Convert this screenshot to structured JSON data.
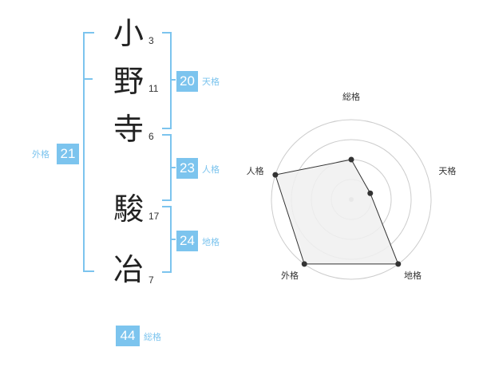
{
  "name": {
    "chars": [
      {
        "char": "小",
        "strokes": "3"
      },
      {
        "char": "野",
        "strokes": "11"
      },
      {
        "char": "寺",
        "strokes": "6"
      },
      {
        "char": "駿",
        "strokes": "17"
      },
      {
        "char": "冶",
        "strokes": "7"
      }
    ]
  },
  "kakusuu": {
    "tenkaku": {
      "value": "20",
      "label": "天格"
    },
    "jinkaku": {
      "value": "23",
      "label": "人格"
    },
    "chikaku": {
      "value": "24",
      "label": "地格"
    },
    "gaikaku": {
      "value": "21",
      "label": "外格"
    },
    "soukaku": {
      "value": "44",
      "label": "総格"
    }
  },
  "chart_data": {
    "type": "radar",
    "axes": [
      "総格",
      "天格",
      "地格",
      "外格",
      "人格"
    ],
    "values": [
      0.5,
      0.25,
      1.0,
      1.0,
      1.0
    ],
    "rings": 4,
    "max": 1,
    "colors": {
      "fill": "#f0f0f0",
      "stroke": "#333333",
      "grid": "#cccccc",
      "center": "#bbbbbb"
    }
  }
}
